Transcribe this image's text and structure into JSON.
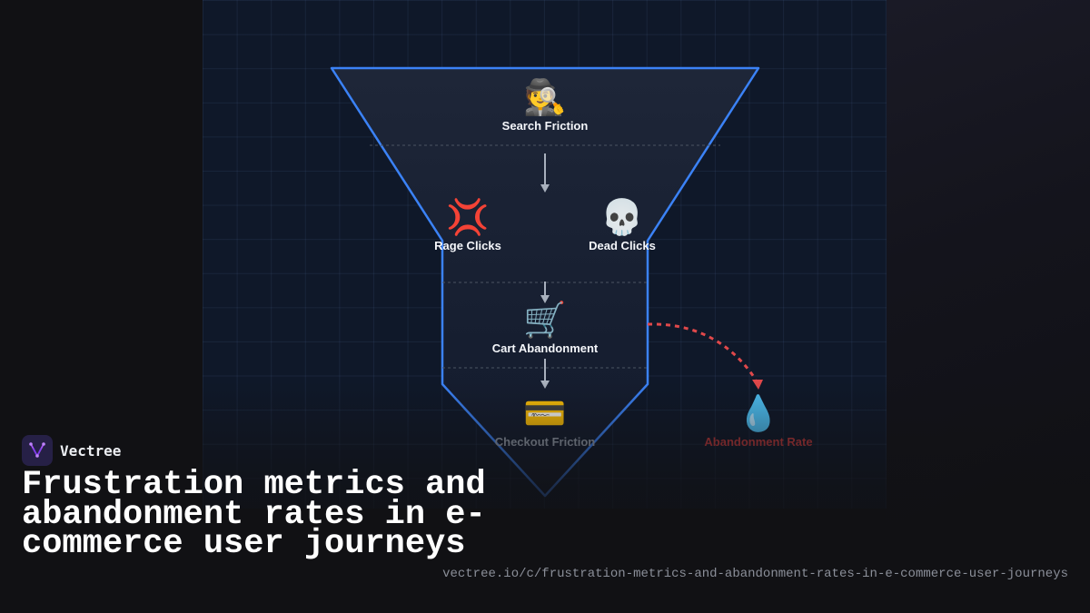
{
  "stages": [
    {
      "label": "Search Friction",
      "icon": "🕵️"
    },
    {
      "label": "Rage Clicks",
      "icon": "💢"
    },
    {
      "label": "Dead Clicks",
      "icon": "💀"
    },
    {
      "label": "Cart Abandonment",
      "icon": "🛒"
    },
    {
      "label": "Checkout Friction",
      "icon": "💳"
    },
    {
      "label": "Abandonment Rate",
      "icon": "💧"
    }
  ],
  "brand": {
    "name": "Vectree"
  },
  "title": "Frustration metrics and abandonment rates in e-commerce user journeys",
  "url": "vectree.io/c/frustration-metrics-and-abandonment-rates-in-e-commerce-user-journeys",
  "colors": {
    "funnel_stroke": "#3b82f6",
    "abandon_arrow": "#e0484a",
    "logo_bg": "#262046",
    "logo_accent": "#a855f7"
  }
}
